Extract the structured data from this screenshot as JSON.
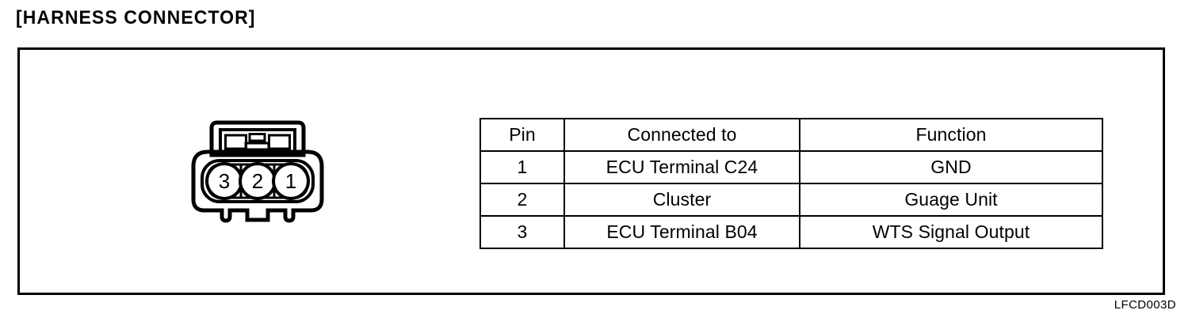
{
  "section": {
    "title": "[HARNESS CONNECTOR]"
  },
  "connector": {
    "name": "3-pin harness connector",
    "pin_labels": [
      "3",
      "2",
      "1"
    ],
    "outline_color": "#000000"
  },
  "table": {
    "headers": [
      "Pin",
      "Connected to",
      "Function"
    ],
    "rows": [
      {
        "pin": "1",
        "connected_to": "ECU Terminal C24",
        "function": "GND"
      },
      {
        "pin": "2",
        "connected_to": "Cluster",
        "function": "Guage Unit"
      },
      {
        "pin": "3",
        "connected_to": "ECU Terminal B04",
        "function": "WTS Signal Output"
      }
    ]
  },
  "figure": {
    "reference_code": "LFCD003D"
  }
}
